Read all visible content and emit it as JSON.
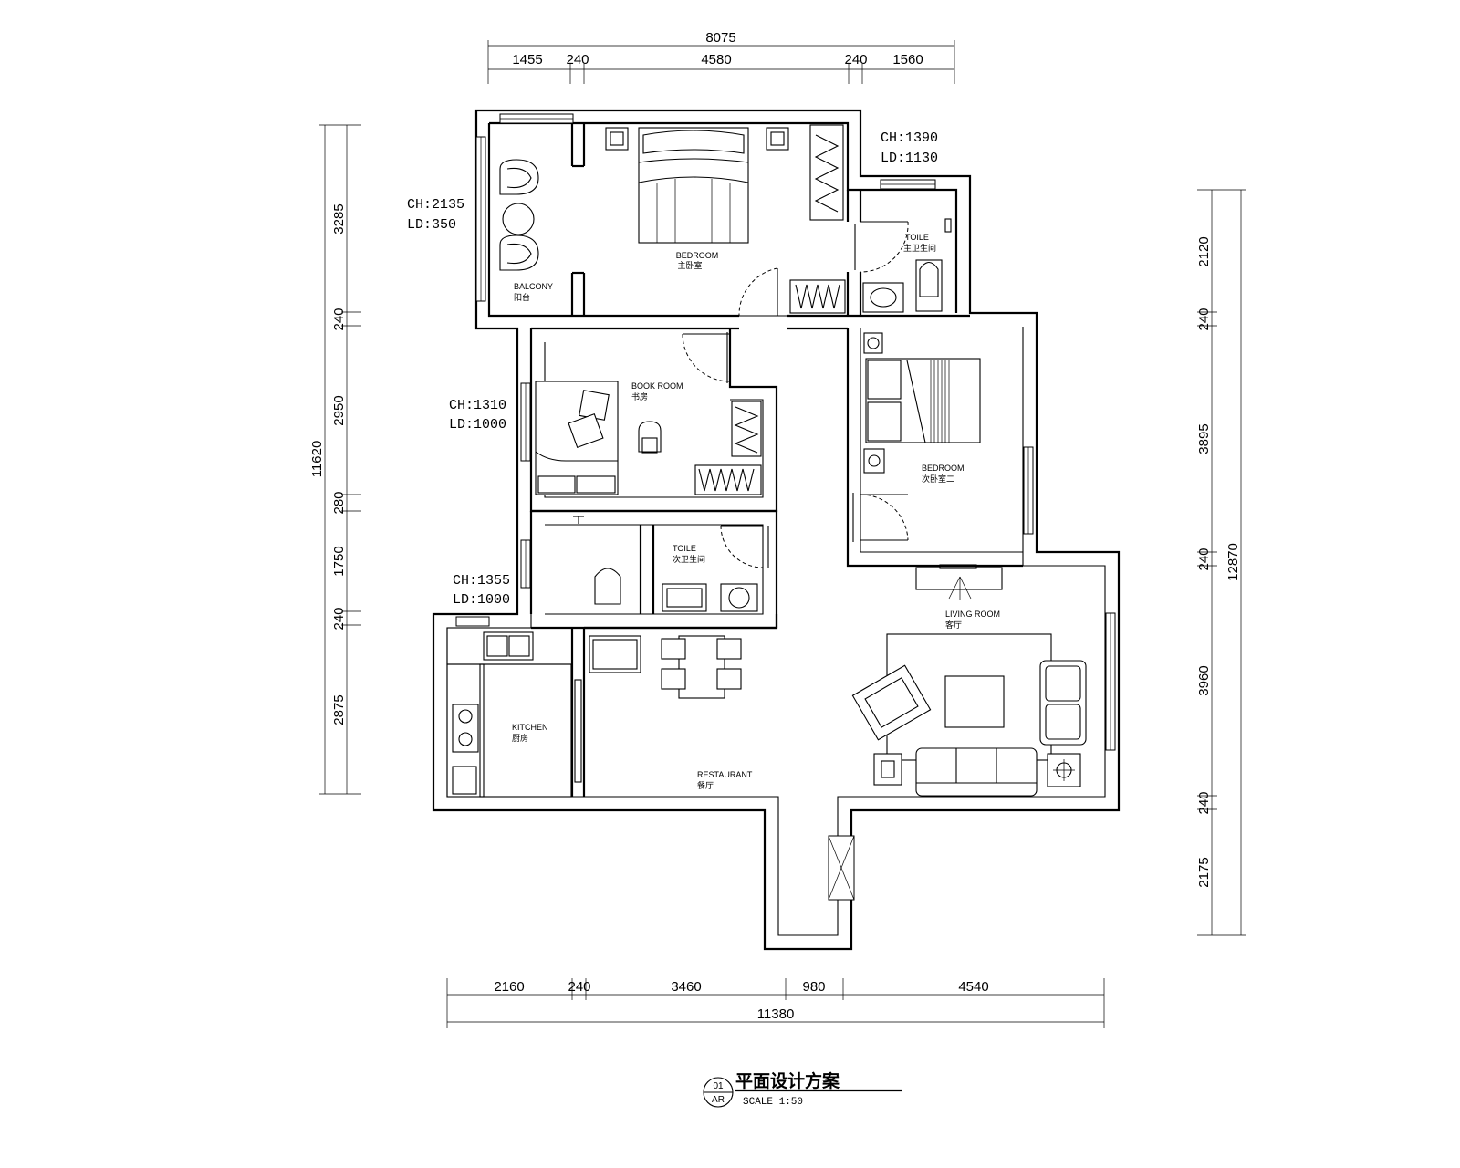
{
  "dimensions": {
    "top_total": "8075",
    "top_segments": [
      "1455",
      "240",
      "4580",
      "240",
      "1560"
    ],
    "left_total": "11620",
    "left_segments": [
      "3285",
      "240",
      "2950",
      "280",
      "1750",
      "240",
      "2875"
    ],
    "right_total": "12870",
    "right_segments": [
      "2120",
      "240",
      "3895",
      "240",
      "3960",
      "240",
      "2175"
    ],
    "bottom_total": "11380",
    "bottom_segments": [
      "2160",
      "240",
      "3460",
      "980",
      "4540"
    ]
  },
  "ceiling_notes": {
    "balcony": {
      "ch": "CH:2135",
      "ld": "LD:350"
    },
    "toilet_top": {
      "ch": "CH:1390",
      "ld": "LD:1130"
    },
    "book_room": {
      "ch": "CH:1310",
      "ld": "LD:1000"
    },
    "toilet_mid": {
      "ch": "CH:1355",
      "ld": "LD:1000"
    }
  },
  "rooms": {
    "bedroom_main": {
      "en": "BEDROOM",
      "cn": "主卧室"
    },
    "balcony": {
      "en": "BALCONY",
      "cn": "阳台"
    },
    "toilet_top": {
      "en": "TOILE",
      "cn": "主卫生间"
    },
    "book_room": {
      "en": "BOOK ROOM",
      "cn": "书房"
    },
    "bedroom_second": {
      "en": "BEDROOM",
      "cn": "次卧室二"
    },
    "toilet_mid": {
      "en": "TOILE",
      "cn": "次卫生间"
    },
    "living_room": {
      "en": "LIVING ROOM",
      "cn": "客厅"
    },
    "kitchen": {
      "en": "KITCHEN",
      "cn": "厨房"
    },
    "restaurant": {
      "en": "RESTAURANT",
      "cn": "餐厅"
    }
  },
  "title_block": {
    "number": "01",
    "sheet": "AR",
    "title": "平面设计方案",
    "scale": "SCALE 1:50"
  }
}
